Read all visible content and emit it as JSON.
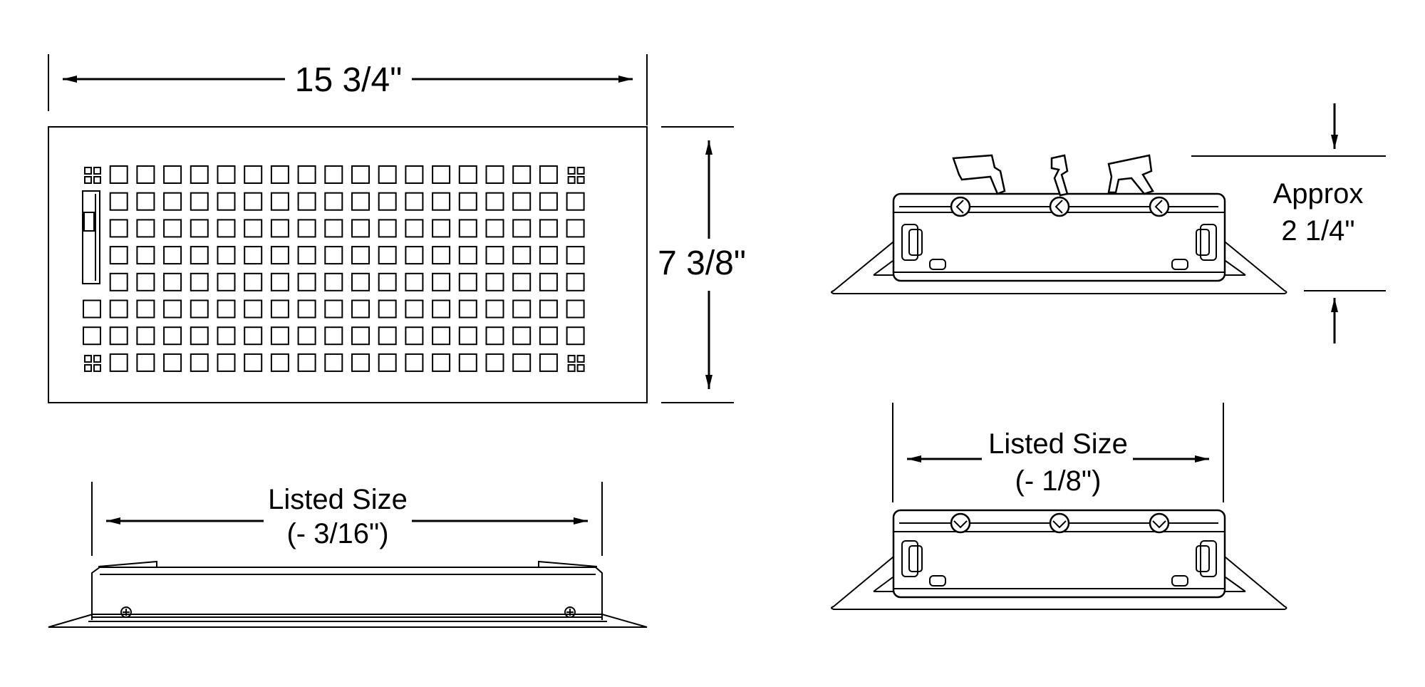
{
  "dimensions": {
    "width": "15 3/4\"",
    "height": "7 3/8\"",
    "depth_line1": "Approx",
    "depth_line2": "2 1/4\"",
    "side_listed_line1": "Listed Size",
    "side_listed_line2": "(- 3/16\")",
    "end_listed_line1": "Listed Size",
    "end_listed_line2": "(- 1/8\")"
  },
  "grille": {
    "columns": 19,
    "rows": 8
  }
}
